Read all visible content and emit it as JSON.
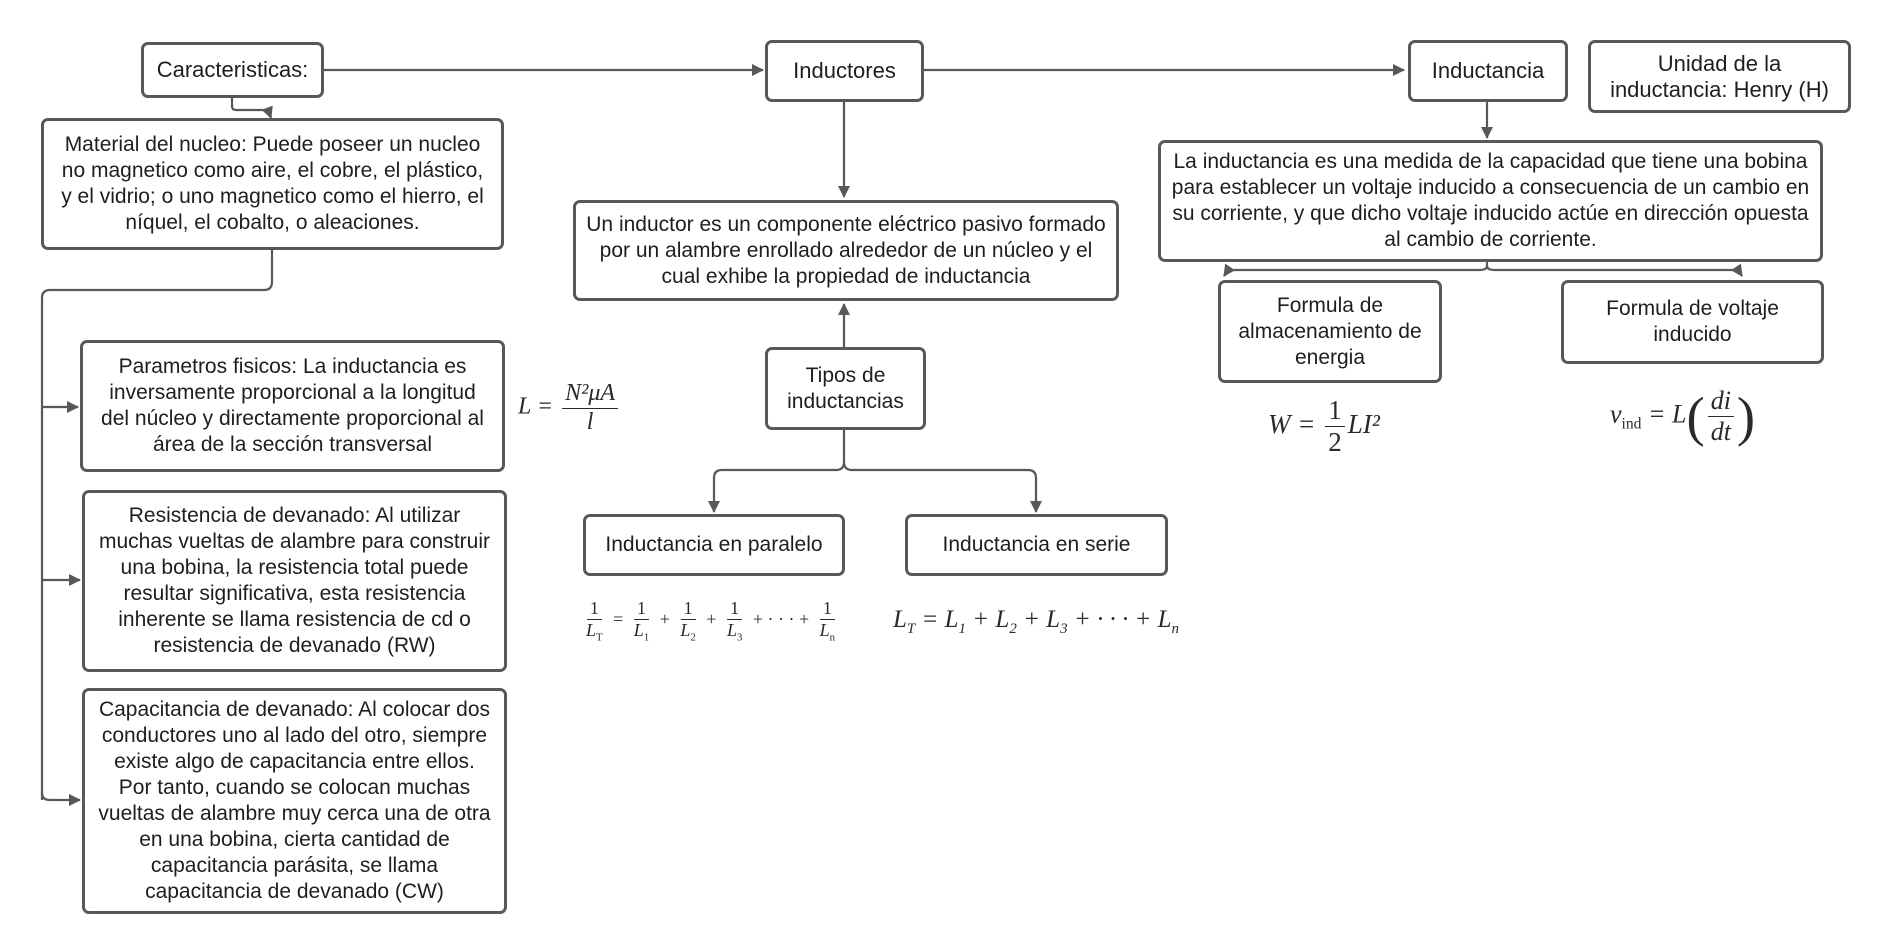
{
  "nodes": {
    "caracteristicas": "Caracteristicas:",
    "inductores": "Inductores",
    "inductancia": "Inductancia",
    "unidad": "Unidad de la inductancia: Henry (H)",
    "material": "Material del nucleo: Puede poseer un nucleo no magnetico como aire, el cobre, el plástico, y el vidrio; o uno magnetico como el hierro, el níquel, el cobalto, o aleaciones.",
    "inductor_def": "Un inductor es un componente eléctrico pasivo formado por un alambre enrollado alrededor de un núcleo y el cual exhibe la propiedad de inductancia",
    "inductancia_def": "La inductancia es una medida de la capacidad que tiene una bobina para establecer un voltaje inducido a consecuencia de un cambio en su corriente, y que dicho voltaje inducido actúe en dirección opuesta al cambio de corriente.",
    "parametros": "Parametros fisicos:  La inductancia es inversamente proporcional a la longitud del núcleo y directamente proporcional al área de la sección transversal",
    "resistencia": "Resistencia de devanado: Al utilizar muchas vueltas de alambre para construir una bobina, la resistencia total puede resultar significativa, esta resistencia inherente se llama resistencia de cd o resistencia de devanado (RW)",
    "capacitancia": "Capacitancia de devanado: Al colocar dos conductores uno al lado del otro, siempre existe algo de capacitancia entre ellos. Por tanto, cuando se colocan muchas vueltas de alambre muy cerca una de otra en una bobina, cierta cantidad de capacitancia parásita, se llama capacitancia de devanado (CW)",
    "tipos": "Tipos de inductancias",
    "paralelo": "Inductancia en paralelo",
    "serie": "Inductancia en serie",
    "almacenamiento": "Formula de almacenamiento de energia",
    "voltaje": "Formula de voltaje inducido"
  },
  "formulas": {
    "inductance": {
      "lhs": "L =",
      "num": "N²μA",
      "den": "l"
    },
    "energy": {
      "lhs": "W =",
      "num": "1",
      "den": "2",
      "rhs": "LI²"
    },
    "voltage": {
      "lhs_v": "v",
      "lhs_sub": "ind",
      "eq": "= L",
      "num": "di",
      "den": "dt"
    },
    "parallel": {
      "lhs_num": "1",
      "lhs_den": "L",
      "lhs_sub": "T",
      "eq": "=",
      "terms": [
        {
          "num": "1",
          "den": "L",
          "sub": "1"
        },
        {
          "num": "1",
          "den": "L",
          "sub": "2"
        },
        {
          "num": "1",
          "den": "L",
          "sub": "3"
        }
      ],
      "dots": "+ · · · +",
      "last": {
        "num": "1",
        "den": "L",
        "sub": "n"
      }
    },
    "series": "L<sub>T</sub> = L<sub>1</sub> + L<sub>2</sub> + L<sub>3</sub> + · · · + L<sub>n</sub>"
  },
  "colors": {
    "line": "#585858",
    "text": "#1e1e1e"
  }
}
